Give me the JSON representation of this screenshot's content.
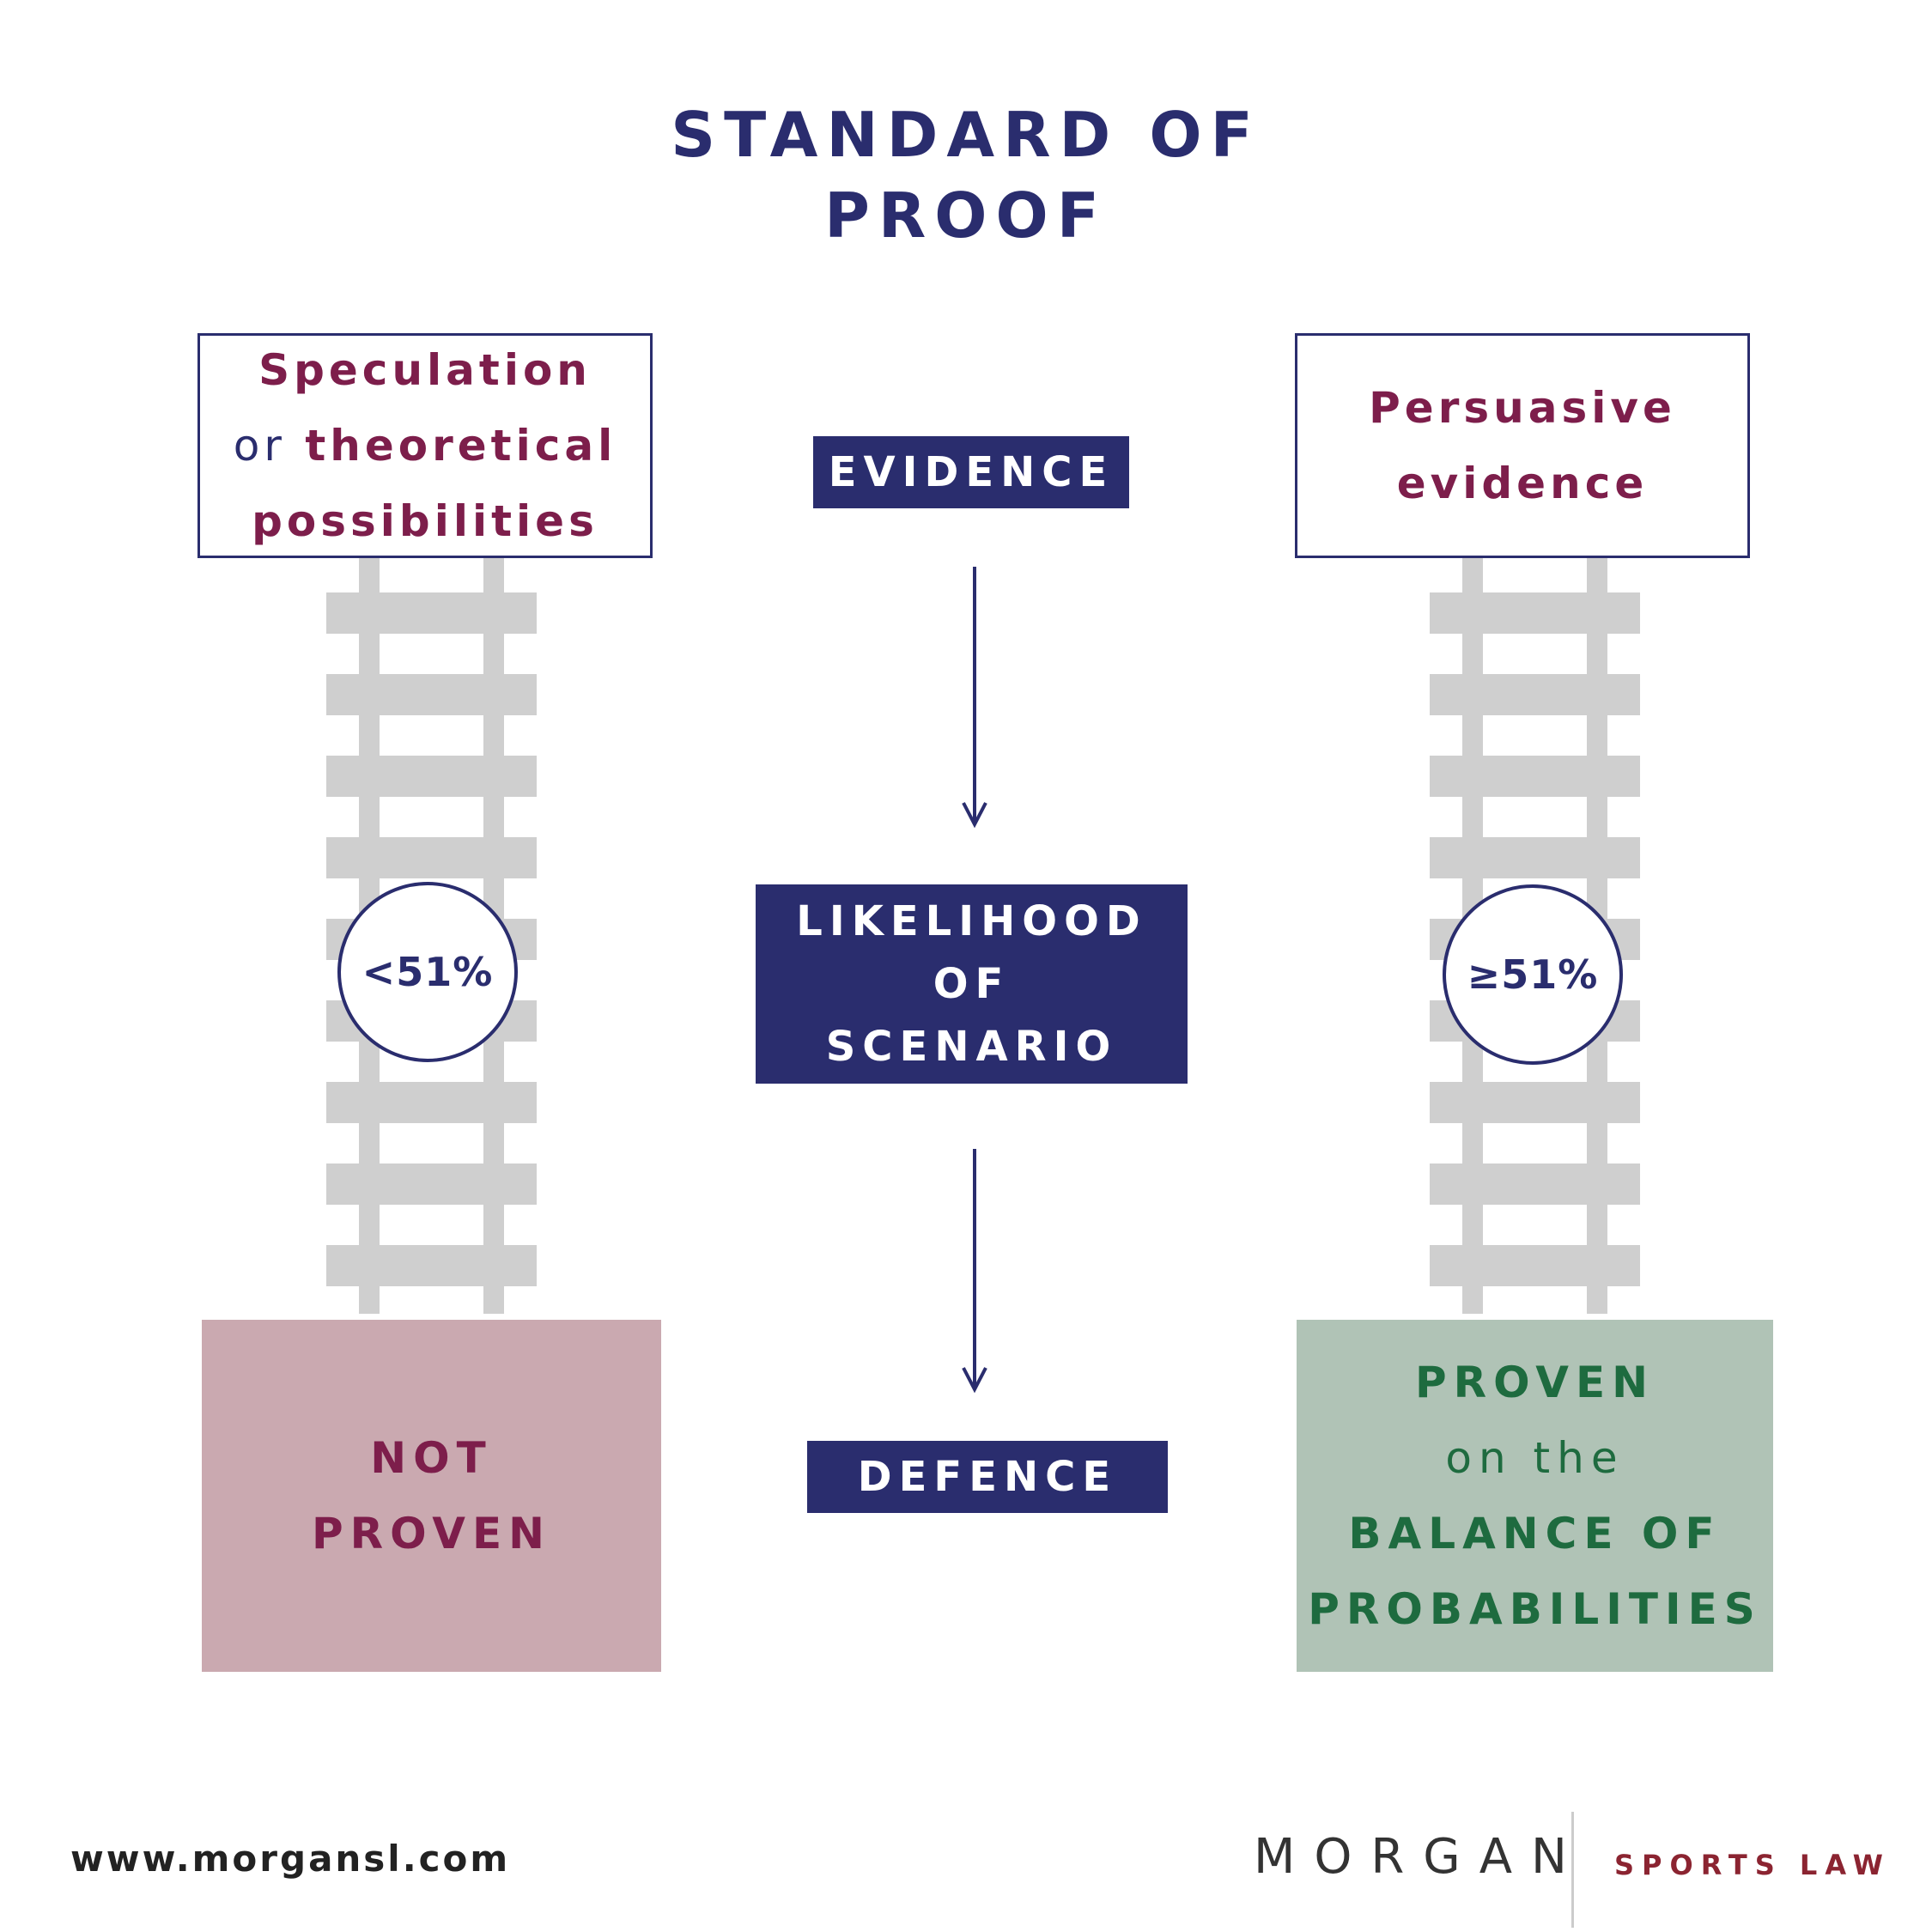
{
  "title": {
    "line1": "STANDARD OF",
    "line2": "PROOF"
  },
  "left": {
    "top_box": {
      "line1": "Speculation",
      "line2_plain": "or",
      "line2_bold": "theoretical",
      "line3": "possibilities"
    },
    "circle": "<51%",
    "result": {
      "line1": "NOT",
      "line2": "PROVEN"
    }
  },
  "center": {
    "evidence": "EVIDENCE",
    "likelihood": {
      "line1": "LIKELIHOOD",
      "line2": "OF",
      "line3": "SCENARIO"
    },
    "defence": "DEFENCE"
  },
  "right": {
    "top_box": {
      "line1": "Persuasive",
      "line2": "evidence"
    },
    "circle": "≥51%",
    "result": {
      "line1": "PROVEN",
      "line2": "on the",
      "line3": "BALANCE OF",
      "line4": "PROBABILITIES"
    }
  },
  "footer": {
    "url": "www.morgansl.com",
    "logo_main": "MORGAN",
    "logo_sub": "SPORTS LAW"
  },
  "colors": {
    "navy": "#2a2d6e",
    "maroon": "#7d1e4b",
    "green_text": "#1e6b3f",
    "pink_box": "#caa9b0",
    "green_box": "#b0c3b6",
    "track_grey": "#cfcfcf"
  }
}
